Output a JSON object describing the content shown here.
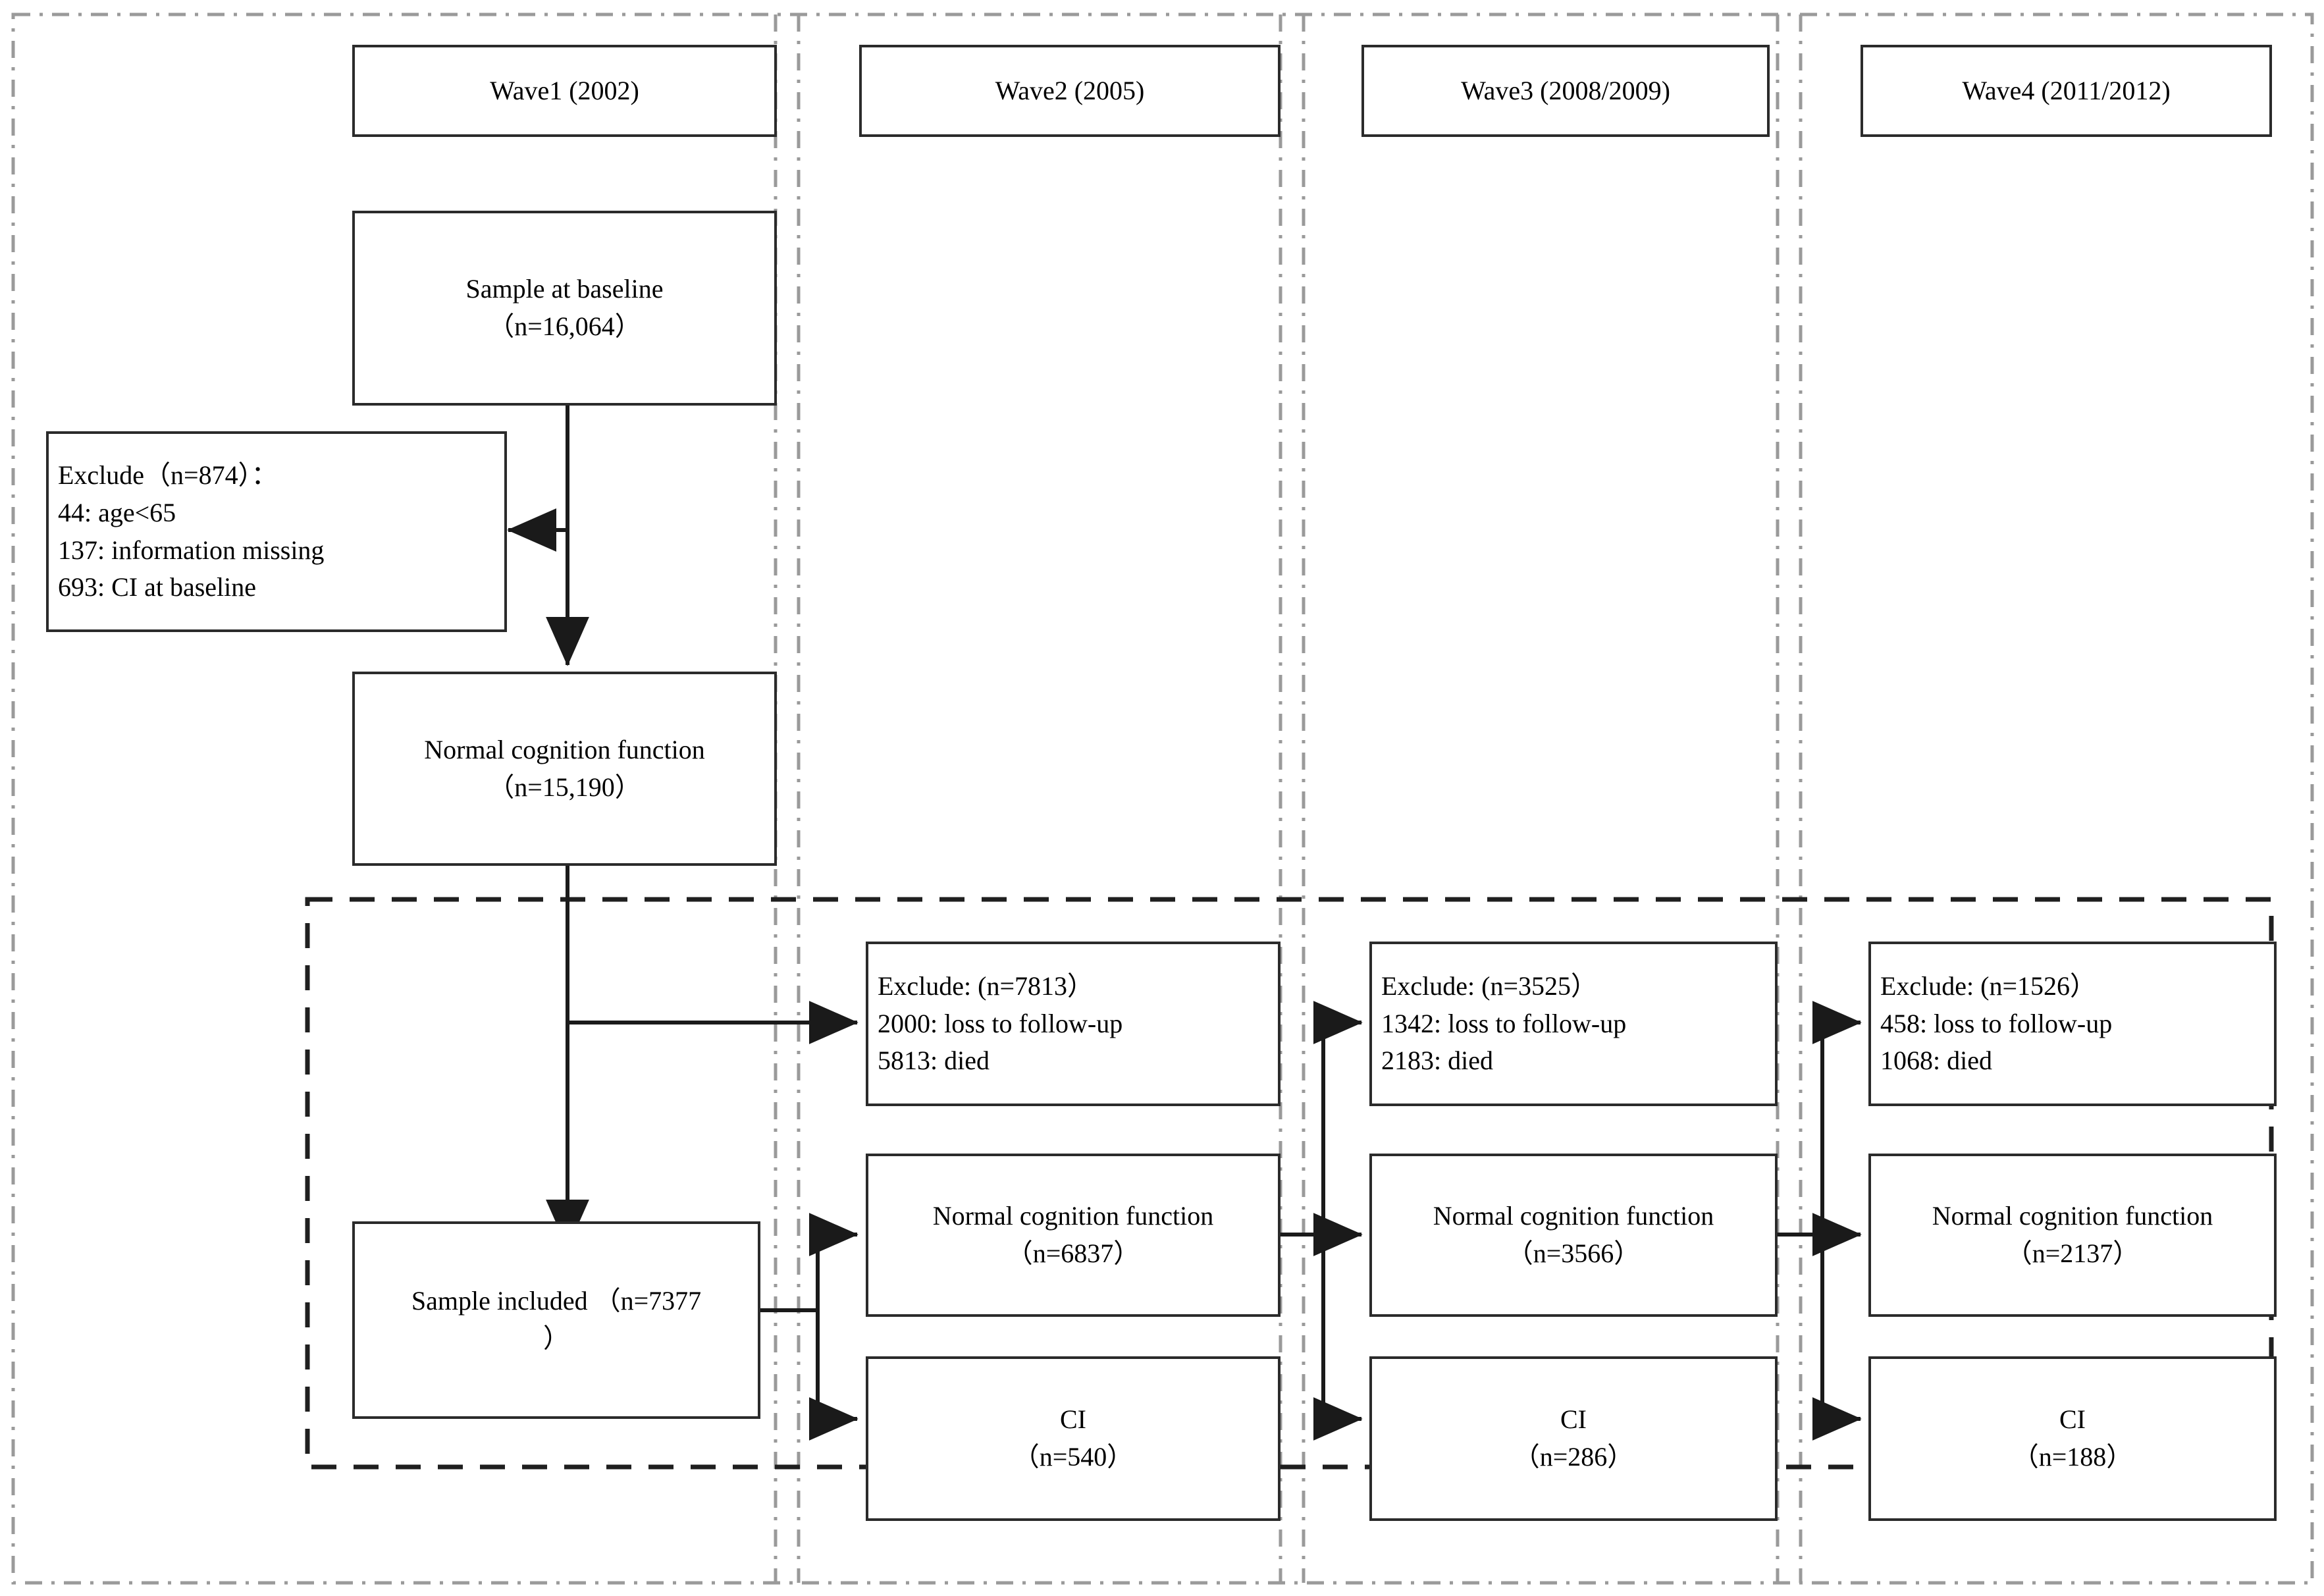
{
  "figure": {
    "type": "flowchart",
    "description": "Participant flow diagram across four survey waves"
  },
  "waves": [
    {
      "id": "wave1",
      "label": "Wave1 (2002)"
    },
    {
      "id": "wave2",
      "label": "Wave2 (2005)"
    },
    {
      "id": "wave3",
      "label": "Wave3 (2008/2009)"
    },
    {
      "id": "wave4",
      "label": "Wave4 (2011/2012)"
    }
  ],
  "wave1": {
    "baseline": {
      "line1": "Sample at baseline",
      "line2": "（n=16,064）"
    },
    "exclude": {
      "line1": "Exclude（n=874）：",
      "line2": "44: age<65",
      "line3": "137: information missing",
      "line4": "693: CI at baseline"
    },
    "normal": {
      "line1": "Normal cognition function",
      "line2": "（n=15,190）"
    },
    "included": {
      "line1": "Sample included （n=7377",
      "line2": "）"
    }
  },
  "wave2": {
    "exclude": {
      "line1": "Exclude: (n=7813）",
      "line2": "2000: loss to follow-up",
      "line3": "5813: died"
    },
    "normal": {
      "line1": "Normal cognition function",
      "line2": "（n=6837）"
    },
    "ci": {
      "line1": "CI",
      "line2": "（n=540）"
    }
  },
  "wave3": {
    "exclude": {
      "line1": "Exclude: (n=3525）",
      "line2": "1342: loss to follow-up",
      "line3": "2183: died"
    },
    "normal": {
      "line1": "Normal cognition function",
      "line2": "（n=3566）"
    },
    "ci": {
      "line1": "CI",
      "line2": "（n=286）"
    }
  },
  "wave4": {
    "exclude": {
      "line1": "Exclude: (n=1526）",
      "line2": "458: loss to follow-up",
      "line3": "1068: died"
    },
    "normal": {
      "line1": "Normal cognition function",
      "line2": "（n=2137）"
    },
    "ci": {
      "line1": "CI",
      "line2": "（n=188）"
    }
  },
  "colors": {
    "box_border": "#2b2b2b",
    "connector": "#1a1a1a",
    "column_divider": "#9a9a9a",
    "follow_up_region": "#1f1f1f"
  }
}
